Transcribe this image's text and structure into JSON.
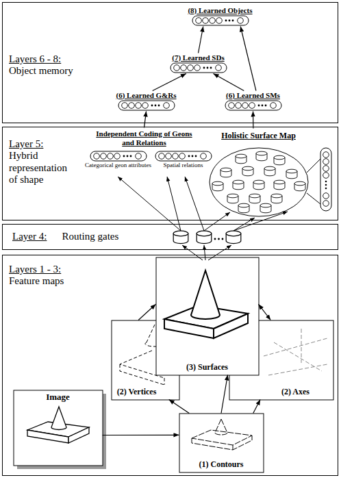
{
  "diagram": {
    "nodes": [
      {
        "text": [
          "Layers 6 - 8:",
          "Object memory"
        ]
      },
      {
        "text": [
          "(8) Learned Objects"
        ],
        "in": 0
      },
      {
        "text": [
          "(7) Learned SDs"
        ],
        "in": 0
      },
      {
        "text": [
          "(6) Learned G&Rs"
        ],
        "in": 0
      },
      {
        "text": [
          "(6) Learned SMs"
        ],
        "in": 0
      },
      {
        "text": [
          "Layer 5:",
          "Hybrid representation of shape"
        ]
      },
      {
        "text": [
          "Independent Coding of Geons and Relations"
        ],
        "in": 5
      },
      {
        "text": [
          "Categorical geon attributes"
        ],
        "in": 6
      },
      {
        "text": [
          "Spatial relations"
        ],
        "in": 6
      },
      {
        "text": [
          "Holistic Surface Map"
        ],
        "in": 5
      },
      {
        "text": [
          "Layer 4:",
          "Routing gates"
        ]
      },
      {
        "text": [
          "Layers 1 - 3:",
          "Feature maps"
        ]
      },
      {
        "text": [
          "Image"
        ],
        "in": 11
      },
      {
        "text": [
          "(1) Contours"
        ],
        "in": 11
      },
      {
        "text": [
          "(2) Vertices"
        ],
        "in": 11
      },
      {
        "text": [
          "(3) Surfaces"
        ],
        "in": 11
      },
      {
        "text": [
          "(2) Axes"
        ],
        "in": 11
      }
    ],
    "edges": [
      {
        "from": 3,
        "to": 2,
        "arrow": "to"
      },
      {
        "from": 4,
        "to": 2,
        "arrow": "to"
      },
      {
        "from": 2,
        "to": 1,
        "arrow": "to"
      },
      {
        "from": 4,
        "to": 1,
        "arrow": "to"
      },
      {
        "from": 6,
        "to": 3,
        "arrow": "to"
      },
      {
        "from": 9,
        "to": 4,
        "arrow": "to"
      },
      {
        "from": 12,
        "to": 13,
        "arrow": "to"
      },
      {
        "from": 13,
        "to": 14,
        "arrow": "to"
      },
      {
        "from": 13,
        "to": 15,
        "arrow": "to"
      },
      {
        "from": 13,
        "to": 16,
        "arrow": "to"
      },
      {
        "from": 14,
        "to": 15,
        "arrow": "to"
      },
      {
        "from": 15,
        "to": 16,
        "arrow": "both"
      }
    ]
  }
}
